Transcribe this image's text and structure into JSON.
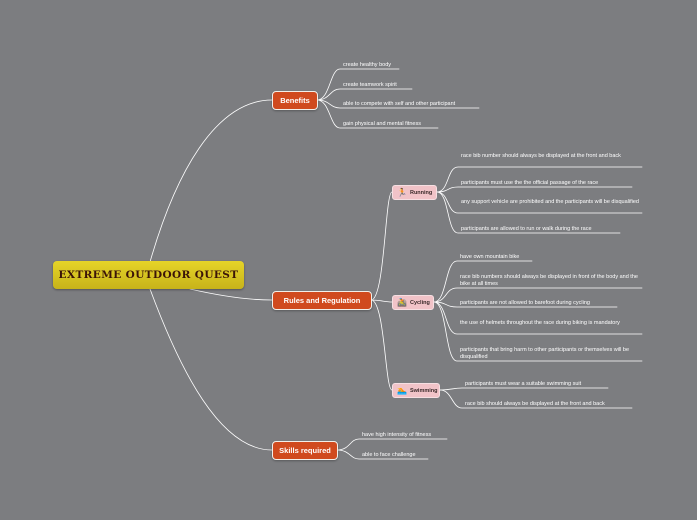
{
  "root": {
    "label": "EXTREME OUTDOOR QUEST"
  },
  "branches": {
    "benefits": {
      "label": "Benefits",
      "items": [
        "create healthy body",
        "create teamwork spirit",
        "able to compete with self and other participant",
        "gain physical and mental fitness"
      ]
    },
    "rules": {
      "label": "Rules and Regulation",
      "running": {
        "label": "Running",
        "icon": "running-person-icon",
        "items": [
          "race bib number should always be displayed at the front and back",
          "participants must use the the official passage of the race",
          "any support vehicle are prohibited and the participants will be disqualified",
          "participants are allowed to run or walk during the race"
        ]
      },
      "cycling": {
        "label": "Cycling",
        "icon": "bicycle-icon",
        "items": [
          "have own mountain bike",
          "race bib numbers should always be displayed in front of the body and the bike at all times",
          "participants are not allowed to barefoot during cycling",
          "the use of helmets throughout the race during biking is mandatory",
          "participants that bring harm to other participants or themselves will be disqualified"
        ]
      },
      "swimming": {
        "label": "Swimming",
        "icon": "swimmer-icon",
        "items": [
          "participants must wear a suitable swimming suit",
          "race bib should always be displayed at the front and back"
        ]
      }
    },
    "skills": {
      "label": "Skills required",
      "items": [
        "have high intensity of fitness",
        "able to face challenge"
      ]
    }
  },
  "colors": {
    "background": "#7c7d80",
    "root": "#d8c61f",
    "main_topic": "#d04a1e",
    "subtopic": "#f1c3c8",
    "connector": "#ffffff"
  }
}
